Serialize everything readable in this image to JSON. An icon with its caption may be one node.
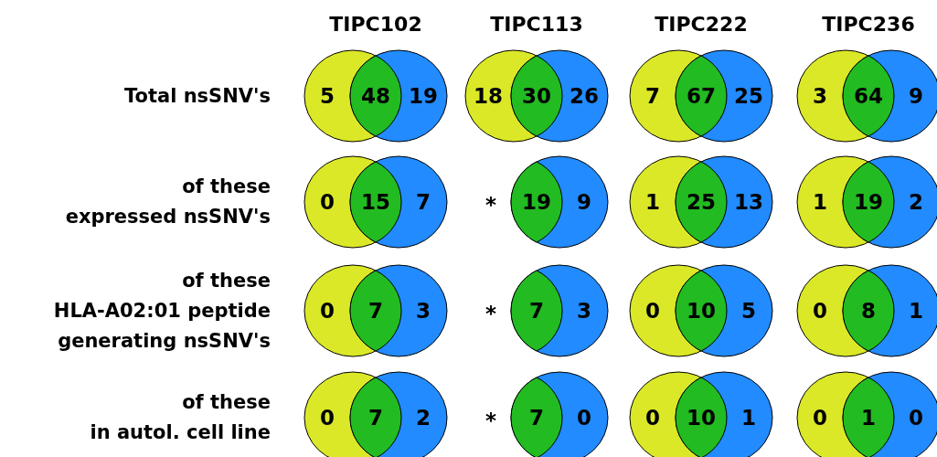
{
  "diagram": {
    "labels": [
      "TIPC102",
      "TIPC113",
      "TIPC222",
      "TIPC236",
      "Total nsSNV's",
      "5",
      "48",
      "19",
      "18",
      "30",
      "26",
      "7",
      "67",
      "25",
      "3",
      "64",
      "9",
      "of these expressed nsSNV's",
      "0",
      "15",
      "7",
      "*",
      "19",
      "9",
      "1",
      "25",
      "13",
      "1",
      "19",
      "2",
      "of these HLA-A02:01 peptide generating nsSNV's",
      "0",
      "7",
      "3",
      "*",
      "7",
      "3",
      "0",
      "10",
      "5",
      "0",
      "8",
      "1",
      "of these in autol. cell line",
      "0",
      "7",
      "2",
      "*",
      "7",
      "0",
      "0",
      "10",
      "1",
      "0",
      "1",
      "0"
    ]
  }
}
